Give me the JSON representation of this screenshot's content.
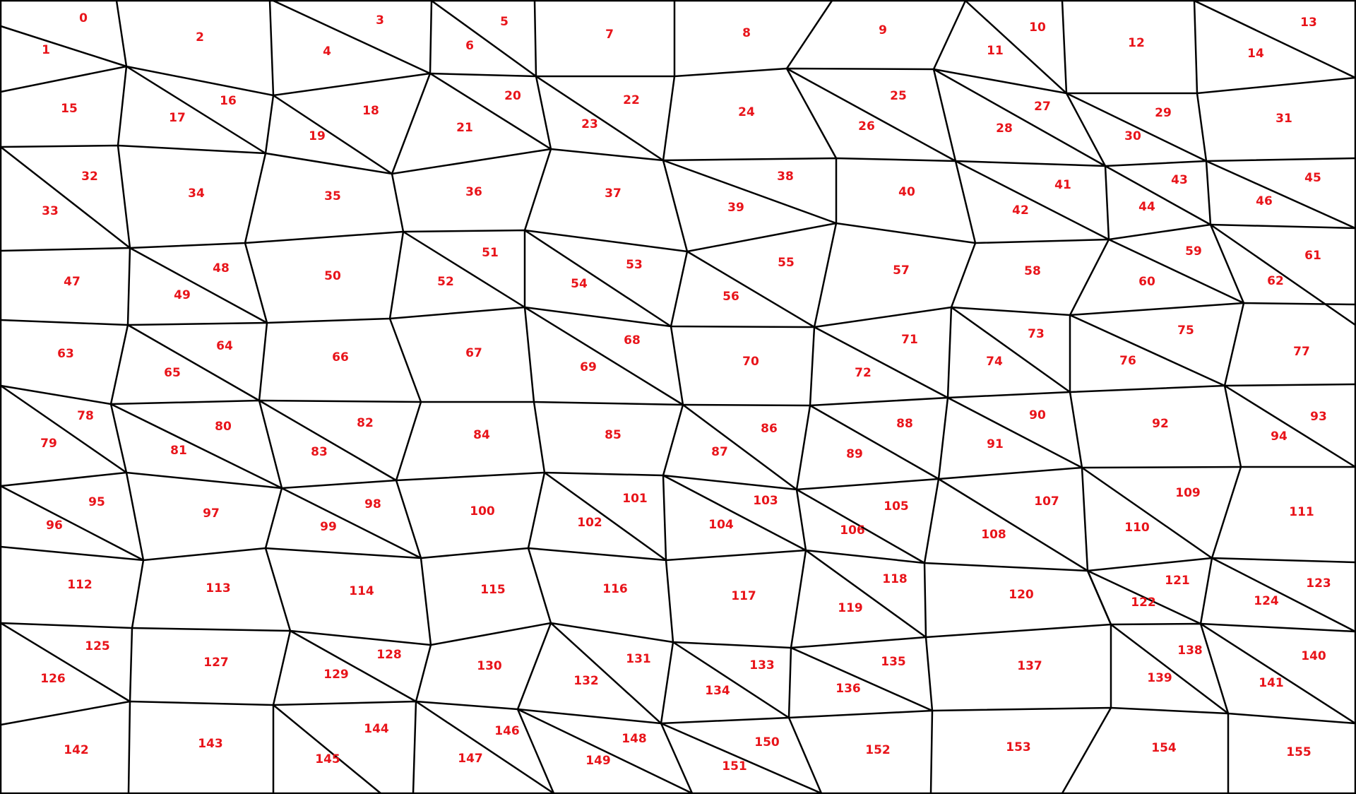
{
  "diagram": {
    "kind": "numbered triangle/quad mesh",
    "label_color": "#e8141a",
    "line_color": "#000000",
    "background": "#ffffff",
    "cell_labels": [
      "0",
      "1",
      "2",
      "3",
      "4",
      "5",
      "6",
      "7",
      "8",
      "9",
      "10",
      "11",
      "12",
      "13",
      "14",
      "15",
      "16",
      "17",
      "18",
      "19",
      "20",
      "21",
      "22",
      "23",
      "24",
      "25",
      "26",
      "27",
      "28",
      "29",
      "30",
      "31",
      "32",
      "33",
      "34",
      "35",
      "36",
      "37",
      "38",
      "39",
      "40",
      "41",
      "42",
      "43",
      "44",
      "45",
      "46",
      "47",
      "48",
      "49",
      "50",
      "51",
      "52",
      "53",
      "54",
      "55",
      "56",
      "57",
      "58",
      "59",
      "60",
      "61",
      "62",
      "63",
      "64",
      "65",
      "66",
      "67",
      "68",
      "69",
      "70",
      "71",
      "72",
      "73",
      "74",
      "75",
      "76",
      "77",
      "78",
      "79",
      "80",
      "81",
      "82",
      "83",
      "84",
      "85",
      "86",
      "87",
      "88",
      "89",
      "90",
      "91",
      "92",
      "93",
      "94",
      "95",
      "96",
      "97",
      "98",
      "99",
      "100",
      "101",
      "102",
      "103",
      "104",
      "105",
      "106",
      "107",
      "108",
      "109",
      "110",
      "111",
      "112",
      "113",
      "114",
      "115",
      "116",
      "117",
      "118",
      "119",
      "120",
      "121",
      "122",
      "123",
      "124",
      "125",
      "126",
      "127",
      "128",
      "129",
      "130",
      "131",
      "132",
      "133",
      "134",
      "135",
      "136",
      "137",
      "138",
      "139",
      "140",
      "141",
      "142",
      "143",
      "144",
      "145",
      "146",
      "147",
      "148",
      "149",
      "150",
      "151",
      "152",
      "153",
      "154",
      "155"
    ]
  }
}
